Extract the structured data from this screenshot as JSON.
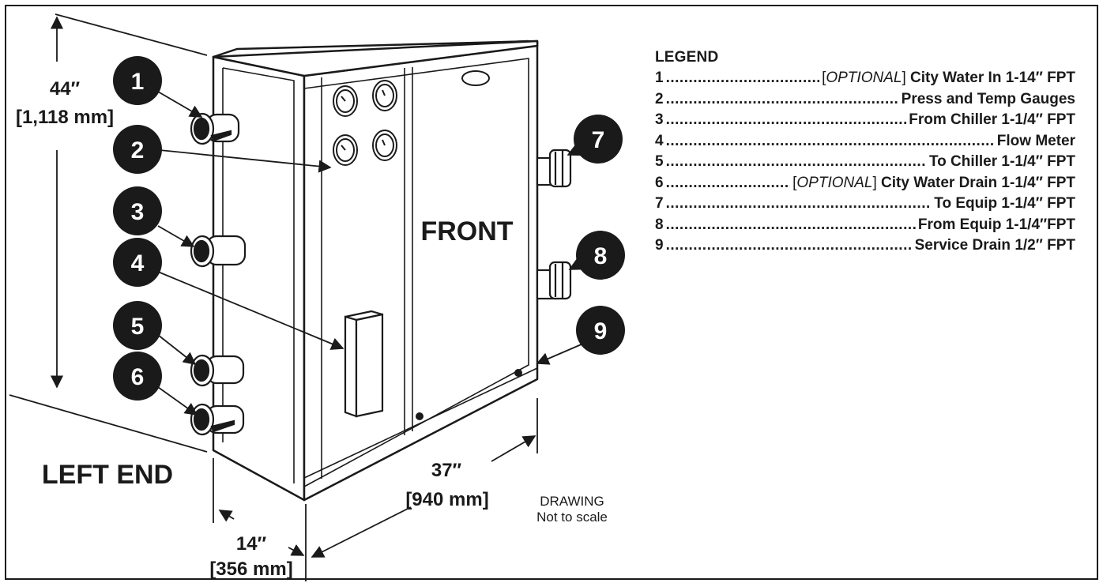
{
  "dimensions": {
    "height_in": "44″",
    "height_mm": "[1,118 mm]",
    "width_in": "37″",
    "width_mm": "[940 mm]",
    "depth_in": "14″",
    "depth_mm": "[356 mm]"
  },
  "labels": {
    "front": "FRONT",
    "left_end": "LEFT END",
    "drawing_note_line1": "DRAWING",
    "drawing_note_line2": "Not to scale"
  },
  "callouts": [
    "1",
    "2",
    "3",
    "4",
    "5",
    "6",
    "7",
    "8",
    "9"
  ],
  "legend": {
    "title": "LEGEND",
    "items": [
      {
        "num": "1",
        "optional": "OPTIONAL",
        "desc": "City Water In 1-14″ FPT"
      },
      {
        "num": "2",
        "optional": "",
        "desc": "Press and Temp Gauges"
      },
      {
        "num": "3",
        "optional": "",
        "desc": "From Chiller 1-1/4″ FPT"
      },
      {
        "num": "4",
        "optional": "",
        "desc": "Flow Meter"
      },
      {
        "num": "5",
        "optional": "",
        "desc": "To Chiller 1-1/4″ FPT"
      },
      {
        "num": "6",
        "optional": "OPTIONAL",
        "desc": "City Water Drain 1-1/4″ FPT"
      },
      {
        "num": "7",
        "optional": "",
        "desc": "To Equip 1-1/4″ FPT"
      },
      {
        "num": "8",
        "optional": "",
        "desc": "From Equip 1-1/4″FPT"
      },
      {
        "num": "9",
        "optional": "",
        "desc": "Service Drain 1/2″ FPT"
      }
    ]
  },
  "colors": {
    "ink": "#1a1a1a",
    "panel": "#ffffff"
  }
}
